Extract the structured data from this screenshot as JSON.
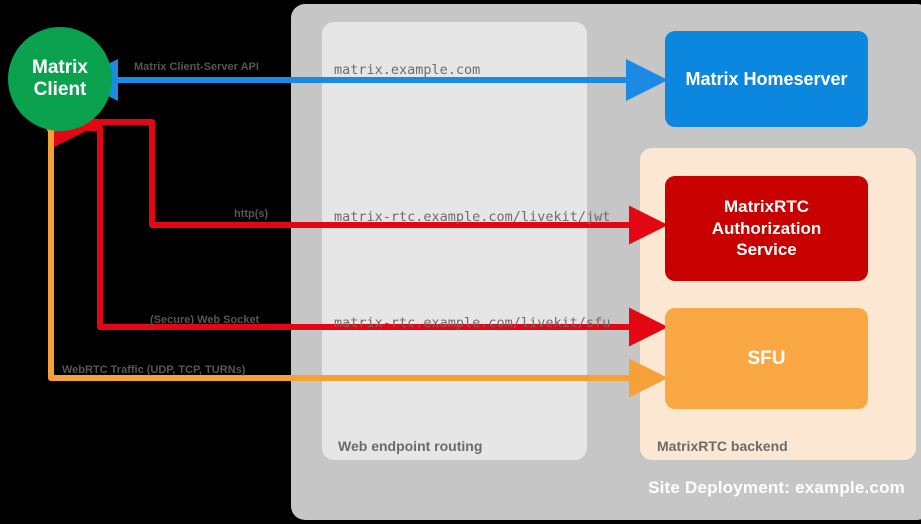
{
  "diagram": {
    "site_panel": {
      "label": "Site Deployment: example.com"
    },
    "routing_group": {
      "label": "Web endpoint routing"
    },
    "backend_group": {
      "label": "MatrixRTC backend"
    },
    "nodes": {
      "client": {
        "line1": "Matrix",
        "line2": "Client",
        "color": "#0aa24f"
      },
      "homeserver": {
        "label": "Matrix Homeserver",
        "color": "#0b87e0"
      },
      "auth_service": {
        "line1": "MatrixRTC",
        "line2": "Authorization",
        "line3": "Service",
        "color": "#c80000"
      },
      "sfu": {
        "label": "SFU",
        "color": "#f9a843"
      }
    },
    "edges": [
      {
        "protocol": "Matrix Client-Server API",
        "endpoint": "matrix.example.com",
        "color": "#1a8ae5",
        "direction": "bidirectional"
      },
      {
        "protocol": "http(s)",
        "endpoint": "matrix-rtc.example.com/livekit/jwt",
        "color": "#e30613",
        "direction": "bidirectional"
      },
      {
        "protocol": "(Secure) Web Socket",
        "endpoint": "matrix-rtc.example.com/livekit/sfu",
        "color": "#e30613",
        "direction": "bidirectional"
      },
      {
        "protocol": "WebRTC Traffic (UDP, TCP, TURNs)",
        "endpoint": "",
        "color": "#f6a138",
        "direction": "bidirectional"
      }
    ],
    "colors": {
      "background": "#000000",
      "site_panel": "#c6c6c6",
      "routing_box": "#e6e6e6",
      "backend_box": "#fce8d2",
      "group_label_text": "#6b6b6b",
      "edge_label_text": "#565656",
      "url_text": "#6d6d6d"
    }
  }
}
